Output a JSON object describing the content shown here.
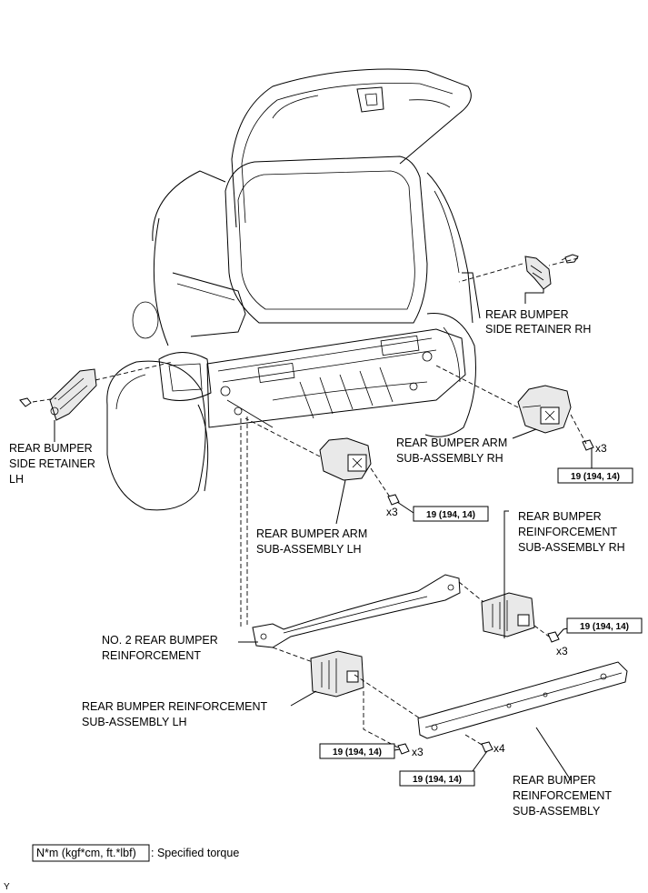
{
  "labels": {
    "side_retainer_rh": [
      "REAR BUMPER",
      "SIDE RETAINER RH"
    ],
    "side_retainer_lh": [
      "REAR BUMPER",
      "SIDE RETAINER",
      "LH"
    ],
    "arm_rh": [
      "REAR BUMPER ARM",
      "SUB-ASSEMBLY RH"
    ],
    "arm_lh": [
      "REAR BUMPER ARM",
      "SUB-ASSEMBLY LH"
    ],
    "reinf_sub_rh": [
      "REAR BUMPER",
      "REINFORCEMENT",
      "SUB-ASSEMBLY RH"
    ],
    "no2_reinf": [
      "NO. 2 REAR BUMPER",
      "REINFORCEMENT"
    ],
    "reinf_sub_lh": [
      "REAR BUMPER REINFORCEMENT",
      "SUB-ASSEMBLY LH"
    ],
    "reinf_sub": [
      "REAR BUMPER",
      "REINFORCEMENT",
      "SUB-ASSEMBLY"
    ]
  },
  "torque_value": "19 (194, 14)",
  "quantities": {
    "arm_rh": "x3",
    "arm_lh": "x3",
    "reinf_sub_rh": "x3",
    "reinf_sub_lh": "x3",
    "reinf_sub": "x4"
  },
  "legend": {
    "unit_box": "N*m (kgf*cm, ft.*lbf)",
    "description": ": Specified torque"
  },
  "corner_mark": "Y"
}
